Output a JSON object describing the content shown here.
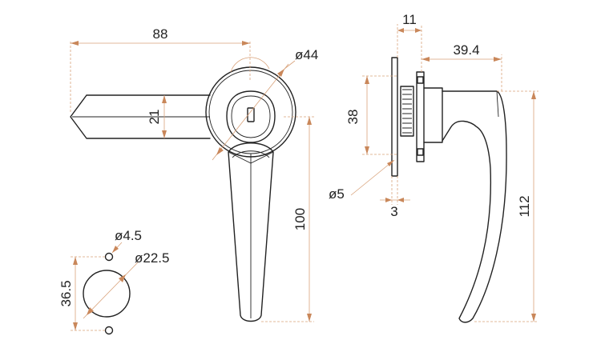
{
  "colors": {
    "outline": "#222222",
    "dimension_line": "#d9a27a",
    "arrow": "#c9875a",
    "background": "#ffffff"
  },
  "dimensions": {
    "front_width": "88",
    "rose_diameter": "ø44",
    "handle_width": "21",
    "handle_length": "100",
    "side_depth": "11",
    "lever_reach": "39.4",
    "plate_height": "38",
    "hole_diameter": "ø5",
    "plate_thickness": "3",
    "side_height": "112",
    "cutout_hole": "ø4.5",
    "cutout_diameter": "ø22.5",
    "cutout_spacing": "36.5"
  }
}
